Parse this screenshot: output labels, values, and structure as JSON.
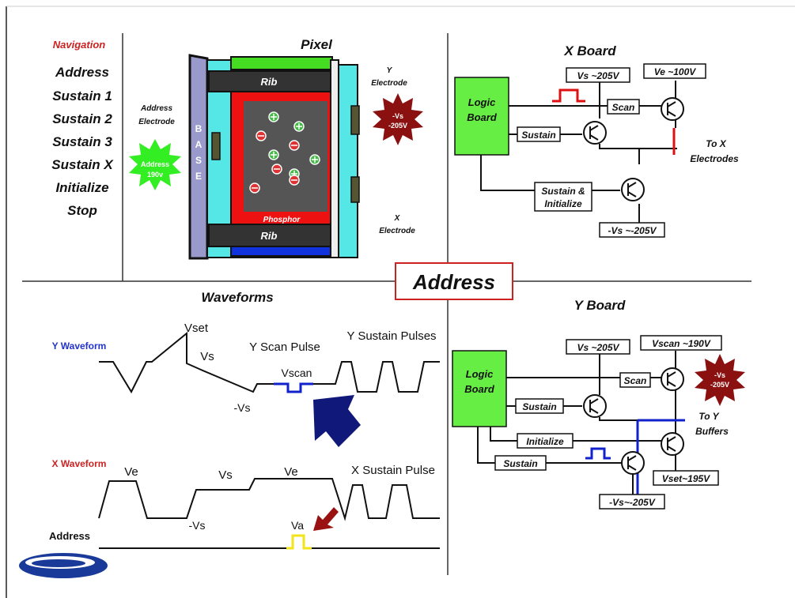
{
  "navigation": {
    "heading": "Navigation",
    "items": [
      "Address",
      "Sustain 1",
      "Sustain 2",
      "Sustain 3",
      "Sustain X",
      "Initialize",
      "Stop"
    ]
  },
  "pixel": {
    "title": "Pixel",
    "address_electrode": [
      "Address",
      "Electrode"
    ],
    "address_burst": [
      "Address",
      "190v"
    ],
    "base_letters": [
      "B",
      "A",
      "S",
      "E"
    ],
    "rib_top": "Rib",
    "rib_bottom": "Rib",
    "phosphor": "Phosphor",
    "y_electrode": [
      "Y",
      "Electrode"
    ],
    "y_burst": [
      "-Vs",
      "-205V"
    ],
    "x_electrode": [
      "X",
      "Electrode"
    ]
  },
  "x_board": {
    "title": "X Board",
    "logic_board": [
      "Logic",
      "Board"
    ],
    "vs": "Vs ~205V",
    "ve": "Ve ~100V",
    "scan": "Scan",
    "sustain": "Sustain",
    "sustain_initialize": [
      "Sustain &",
      "Initialize"
    ],
    "neg_vs": "-Vs ~-205V",
    "to_x": [
      "To X",
      "Electrodes"
    ]
  },
  "center_label": "Address",
  "waveforms": {
    "title": "Waveforms",
    "y_waveform": "Y Waveform",
    "vset": "Vset",
    "vs": "Vs",
    "neg_vs": "-Vs",
    "y_scan_pulse": "Y Scan Pulse",
    "vscan": "Vscan",
    "y_sustain_pulses": "Y Sustain Pulses",
    "x_waveform": "X Waveform",
    "ve_left": "Ve",
    "vs_mid": "Vs",
    "ve_right": "Ve",
    "x_sustain_pulse": "X Sustain Pulse",
    "neg_vs_x": "-Vs",
    "address": "Address",
    "va": "Va"
  },
  "y_board": {
    "title": "Y Board",
    "logic_board": [
      "Logic",
      "Board"
    ],
    "vs": "Vs ~205V",
    "vscan": "Vscan ~190V",
    "scan": "Scan",
    "sustain_top": "Sustain",
    "initialize": "Initialize",
    "sustain_bottom": "Sustain",
    "vset": "Vset~195V",
    "neg_vs": "-Vs~-205V",
    "burst": [
      "-Vs",
      "-205V"
    ],
    "to_y": [
      "To Y",
      "Buffers"
    ]
  },
  "colors": {
    "navigation_red": "#cc2222",
    "logic_green": "#66ee44",
    "burst_green": "#33ee22",
    "burst_red": "#8b1111",
    "rail_red": "#dd1111",
    "rail_blue": "#1122cc",
    "base_purple": "#9999cc",
    "cyan": "#55e6e6",
    "pulse_yellow": "#f2e41a"
  }
}
